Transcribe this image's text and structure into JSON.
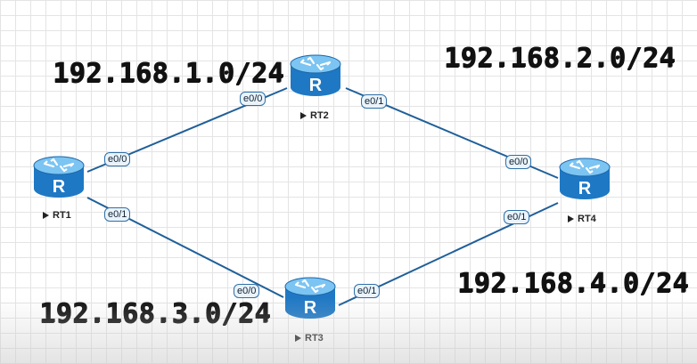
{
  "networks": {
    "net1": "192.168.1.0/24",
    "net2": "192.168.2.0/24",
    "net3": "192.168.3.0/24",
    "net4": "192.168.4.0/24"
  },
  "routers": {
    "rt1": {
      "name": "RT1",
      "icon": "router-icon"
    },
    "rt2": {
      "name": "RT2",
      "icon": "router-icon"
    },
    "rt3": {
      "name": "RT3",
      "icon": "router-icon"
    },
    "rt4": {
      "name": "RT4",
      "icon": "router-icon"
    }
  },
  "ports": {
    "rt1_e00": "e0/0",
    "rt1_e01": "e0/1",
    "rt2_e00": "e0/0",
    "rt2_e01": "e0/1",
    "rt3_e00": "e0/0",
    "rt3_e01": "e0/1",
    "rt4_e00": "e0/0",
    "rt4_e01": "e0/1"
  },
  "colors": {
    "link": "#1f5f99",
    "router_body": "#2a86d0",
    "router_top": "#6ab8ee"
  }
}
